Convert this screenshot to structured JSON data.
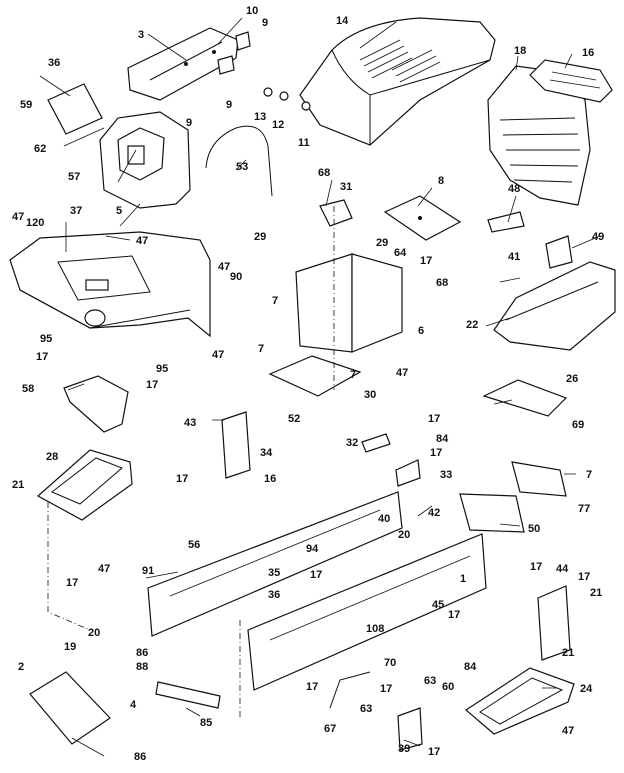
{
  "diagram": {
    "part_labels": [
      "10",
      "9",
      "3",
      "14",
      "16",
      "18",
      "36",
      "59",
      "62",
      "57",
      "5",
      "9",
      "9",
      "13",
      "12",
      "11",
      "53",
      "68",
      "31",
      "8",
      "48",
      "47",
      "120",
      "37",
      "47",
      "29",
      "29",
      "64",
      "17",
      "41",
      "49",
      "47",
      "90",
      "68",
      "7",
      "22",
      "6",
      "95",
      "7",
      "7",
      "47",
      "17",
      "95",
      "17",
      "58",
      "47",
      "30",
      "26",
      "43",
      "52",
      "17",
      "34",
      "32",
      "84",
      "69",
      "17",
      "33",
      "28",
      "7",
      "16",
      "21",
      "17",
      "77",
      "56",
      "42",
      "40",
      "50",
      "20",
      "94",
      "17",
      "91",
      "35",
      "17",
      "1",
      "17",
      "44",
      "36",
      "17",
      "47",
      "45",
      "21",
      "17",
      "108",
      "19",
      "20",
      "21",
      "86",
      "70",
      "88",
      "84",
      "63",
      "60",
      "2",
      "4",
      "24",
      "17",
      "67",
      "63",
      "17",
      "85",
      "39",
      "17",
      "47",
      "86"
    ]
  }
}
